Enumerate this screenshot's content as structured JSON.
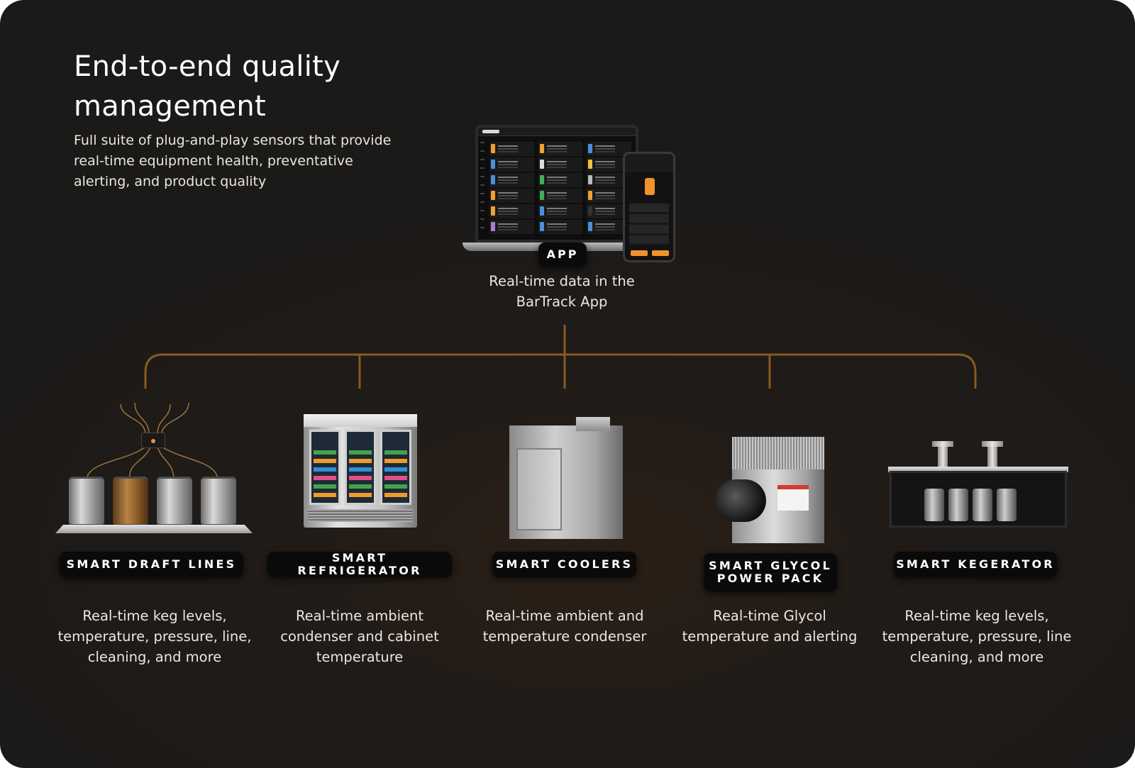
{
  "header": {
    "title": "End-to-end quality management",
    "subtitle": "Full suite of plug-and-play sensors that provide real-time equipment health, preventative alerting, and product quality"
  },
  "app": {
    "label": "APP",
    "description": "Real-time data in the\nBarTrack App"
  },
  "products": [
    {
      "label": "SMART DRAFT LINES",
      "description": "Real-time keg levels,\ntemperature, pressure, line,\ncleaning, and more"
    },
    {
      "label": "SMART REFRIGERATOR",
      "description": "Real-time ambient\ncondenser and cabinet\ntemperature"
    },
    {
      "label": "SMART COOLERS",
      "description": "Real-time ambient and\ntemperature condenser"
    },
    {
      "label": "SMART GLYCOL\nPOWER PACK",
      "description": "Real-time Glycol\ntemperature and alerting"
    },
    {
      "label": "SMART KEGERATOR",
      "description": "Real-time keg levels,\ntemperature, pressure, line\ncleaning, and more"
    }
  ],
  "colors": {
    "background": "#1c1a19",
    "connector": "#8a5a23",
    "pill_background": "#0a0a0a",
    "accent_orange": "#f0922b"
  },
  "icons": [
    "laptop-icon",
    "phone-icon",
    "keg-icon",
    "refrigerator-icon",
    "cooler-icon",
    "glycol-pump-icon",
    "kegerator-icon"
  ]
}
